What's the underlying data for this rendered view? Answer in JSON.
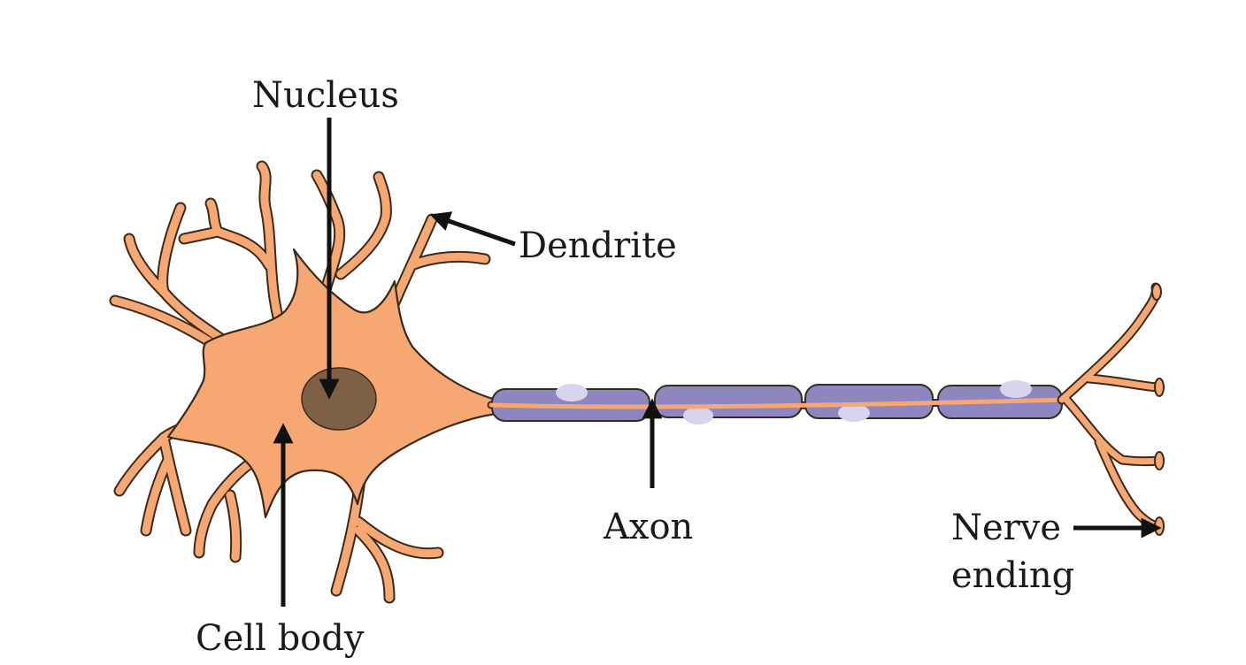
{
  "labels": {
    "nucleus": "Nucleus",
    "dendrite": "Dendrite",
    "cell_body": "Cell body",
    "axon": "Axon",
    "nerve_ending_line1": "Nerve",
    "nerve_ending_line2": "ending"
  },
  "colors": {
    "cell": "#F7A872",
    "nucleus": "#7E6144",
    "myelin": "#8E86C0",
    "node": "#D8D4EE",
    "axon": "#F7A872",
    "arrow": "#111111",
    "text": "#1a1a1a"
  }
}
